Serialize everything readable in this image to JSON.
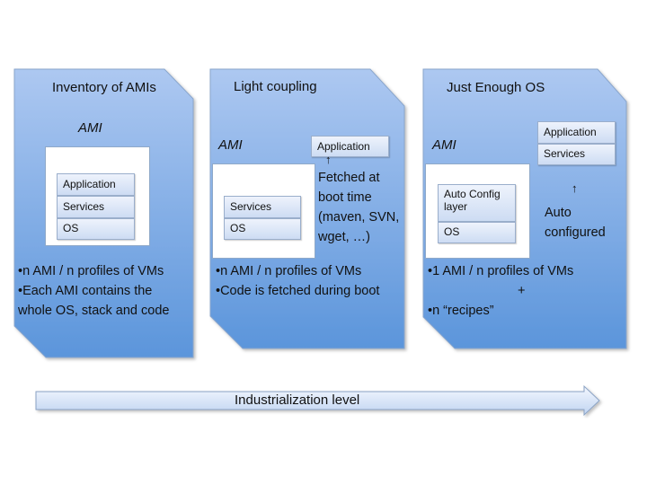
{
  "colors": {
    "panel_top": "#a9c5f0",
    "panel_bottom": "#5f98dc",
    "panel_border": "#8aa6cc",
    "arrow_fill_top": "#f0f5fd",
    "arrow_fill_bottom": "#c3d6f2"
  },
  "panels": [
    {
      "title": "Inventory of AMIs",
      "ami_label": "AMI",
      "layers": [
        "Application",
        "Services",
        "OS"
      ],
      "bullets": [
        "•n AMI / n profiles of VMs",
        "•Each AMI contains the",
        "whole OS, stack and code"
      ]
    },
    {
      "title": "Light coupling",
      "ami_label": "AMI",
      "layers": [
        "Services",
        "OS"
      ],
      "external_layers": [
        "Application"
      ],
      "note": [
        "Fetched at",
        "boot time",
        "(maven, SVN,",
        "wget, …)"
      ],
      "bullets": [
        "•n AMI / n profiles of VMs",
        "•Code is fetched during boot"
      ]
    },
    {
      "title": "Just Enough OS",
      "ami_label": "AMI",
      "layers": [
        "Auto Config layer",
        "OS"
      ],
      "external_layers": [
        "Application",
        "Services"
      ],
      "note": [
        "Auto",
        "configured"
      ],
      "bullets": [
        "•1 AMI / n profiles of VMs",
        "+",
        "•n “recipes”"
      ]
    }
  ],
  "arrow": {
    "label": "Industrialization level"
  },
  "icons": {
    "up_arrow": "↑"
  }
}
